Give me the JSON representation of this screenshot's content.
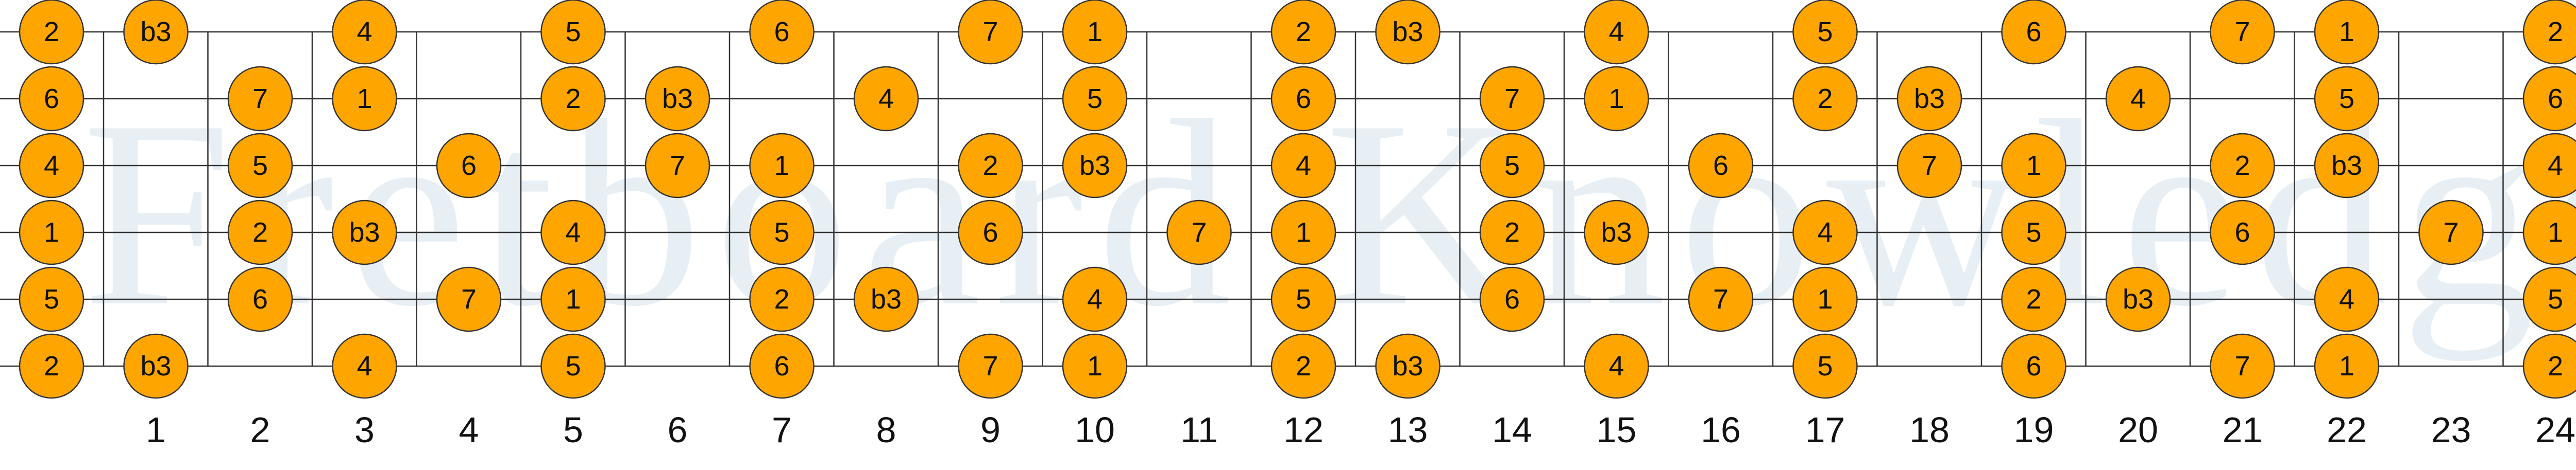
{
  "watermark": "Fretboard Knowledge",
  "colors": {
    "note_fill": "#FFA500",
    "line": "#333333",
    "watermark": "#d9e6ee"
  },
  "fret_numbers": [
    "1",
    "2",
    "3",
    "4",
    "5",
    "6",
    "7",
    "8",
    "9",
    "10",
    "11",
    "12",
    "13",
    "14",
    "15",
    "16",
    "17",
    "18",
    "19",
    "20",
    "21",
    "22",
    "23",
    "24"
  ],
  "strings": [
    {
      "name": "string-1",
      "notes": [
        {
          "fret": 0,
          "label": "2"
        },
        {
          "fret": 1,
          "label": "b3"
        },
        {
          "fret": 3,
          "label": "4"
        },
        {
          "fret": 5,
          "label": "5"
        },
        {
          "fret": 7,
          "label": "6"
        },
        {
          "fret": 9,
          "label": "7"
        },
        {
          "fret": 10,
          "label": "1"
        },
        {
          "fret": 12,
          "label": "2"
        },
        {
          "fret": 13,
          "label": "b3"
        },
        {
          "fret": 15,
          "label": "4"
        },
        {
          "fret": 17,
          "label": "5"
        },
        {
          "fret": 19,
          "label": "6"
        },
        {
          "fret": 21,
          "label": "7"
        },
        {
          "fret": 22,
          "label": "1"
        },
        {
          "fret": 24,
          "label": "2"
        }
      ]
    },
    {
      "name": "string-2",
      "notes": [
        {
          "fret": 0,
          "label": "6"
        },
        {
          "fret": 2,
          "label": "7"
        },
        {
          "fret": 3,
          "label": "1"
        },
        {
          "fret": 5,
          "label": "2"
        },
        {
          "fret": 6,
          "label": "b3"
        },
        {
          "fret": 8,
          "label": "4"
        },
        {
          "fret": 10,
          "label": "5"
        },
        {
          "fret": 12,
          "label": "6"
        },
        {
          "fret": 14,
          "label": "7"
        },
        {
          "fret": 15,
          "label": "1"
        },
        {
          "fret": 17,
          "label": "2"
        },
        {
          "fret": 18,
          "label": "b3"
        },
        {
          "fret": 20,
          "label": "4"
        },
        {
          "fret": 22,
          "label": "5"
        },
        {
          "fret": 24,
          "label": "6"
        }
      ]
    },
    {
      "name": "string-3",
      "notes": [
        {
          "fret": 0,
          "label": "4"
        },
        {
          "fret": 2,
          "label": "5"
        },
        {
          "fret": 4,
          "label": "6"
        },
        {
          "fret": 6,
          "label": "7"
        },
        {
          "fret": 7,
          "label": "1"
        },
        {
          "fret": 9,
          "label": "2"
        },
        {
          "fret": 10,
          "label": "b3"
        },
        {
          "fret": 12,
          "label": "4"
        },
        {
          "fret": 14,
          "label": "5"
        },
        {
          "fret": 16,
          "label": "6"
        },
        {
          "fret": 18,
          "label": "7"
        },
        {
          "fret": 19,
          "label": "1"
        },
        {
          "fret": 21,
          "label": "2"
        },
        {
          "fret": 22,
          "label": "b3"
        },
        {
          "fret": 24,
          "label": "4"
        }
      ]
    },
    {
      "name": "string-4",
      "notes": [
        {
          "fret": 0,
          "label": "1"
        },
        {
          "fret": 2,
          "label": "2"
        },
        {
          "fret": 3,
          "label": "b3"
        },
        {
          "fret": 5,
          "label": "4"
        },
        {
          "fret": 7,
          "label": "5"
        },
        {
          "fret": 9,
          "label": "6"
        },
        {
          "fret": 11,
          "label": "7"
        },
        {
          "fret": 12,
          "label": "1"
        },
        {
          "fret": 14,
          "label": "2"
        },
        {
          "fret": 15,
          "label": "b3"
        },
        {
          "fret": 17,
          "label": "4"
        },
        {
          "fret": 19,
          "label": "5"
        },
        {
          "fret": 21,
          "label": "6"
        },
        {
          "fret": 23,
          "label": "7"
        },
        {
          "fret": 24,
          "label": "1"
        }
      ]
    },
    {
      "name": "string-5",
      "notes": [
        {
          "fret": 0,
          "label": "5"
        },
        {
          "fret": 2,
          "label": "6"
        },
        {
          "fret": 4,
          "label": "7"
        },
        {
          "fret": 5,
          "label": "1"
        },
        {
          "fret": 7,
          "label": "2"
        },
        {
          "fret": 8,
          "label": "b3"
        },
        {
          "fret": 10,
          "label": "4"
        },
        {
          "fret": 12,
          "label": "5"
        },
        {
          "fret": 14,
          "label": "6"
        },
        {
          "fret": 16,
          "label": "7"
        },
        {
          "fret": 17,
          "label": "1"
        },
        {
          "fret": 19,
          "label": "2"
        },
        {
          "fret": 20,
          "label": "b3"
        },
        {
          "fret": 22,
          "label": "4"
        },
        {
          "fret": 24,
          "label": "5"
        }
      ]
    },
    {
      "name": "string-6",
      "notes": [
        {
          "fret": 0,
          "label": "2"
        },
        {
          "fret": 1,
          "label": "b3"
        },
        {
          "fret": 3,
          "label": "4"
        },
        {
          "fret": 5,
          "label": "5"
        },
        {
          "fret": 7,
          "label": "6"
        },
        {
          "fret": 9,
          "label": "7"
        },
        {
          "fret": 10,
          "label": "1"
        },
        {
          "fret": 12,
          "label": "2"
        },
        {
          "fret": 13,
          "label": "b3"
        },
        {
          "fret": 15,
          "label": "4"
        },
        {
          "fret": 17,
          "label": "5"
        },
        {
          "fret": 19,
          "label": "6"
        },
        {
          "fret": 21,
          "label": "7"
        },
        {
          "fret": 22,
          "label": "1"
        },
        {
          "fret": 24,
          "label": "2"
        }
      ]
    }
  ]
}
